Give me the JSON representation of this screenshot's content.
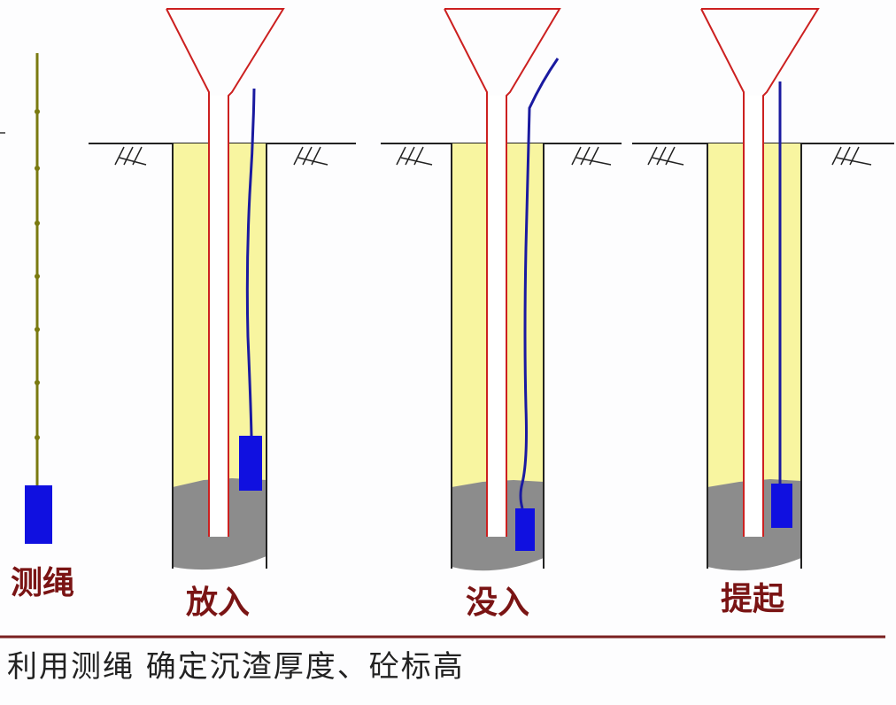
{
  "labels": {
    "rope": "测绳",
    "step1": "放入",
    "step2": "没入",
    "step3": "提起"
  },
  "caption": "利用测绳 确定沉渣厚度、砼标高",
  "colors": {
    "soil_fill": "#f8f5a0",
    "sediment_fill": "#8c8c8c",
    "tube_red": "#e02020",
    "rope_blue": "#1a1aa0",
    "weight_blue": "#1010e0",
    "rope_olive": "#7a7a10",
    "caption_rule": "#7a2020",
    "label_text": "#7a1414"
  }
}
